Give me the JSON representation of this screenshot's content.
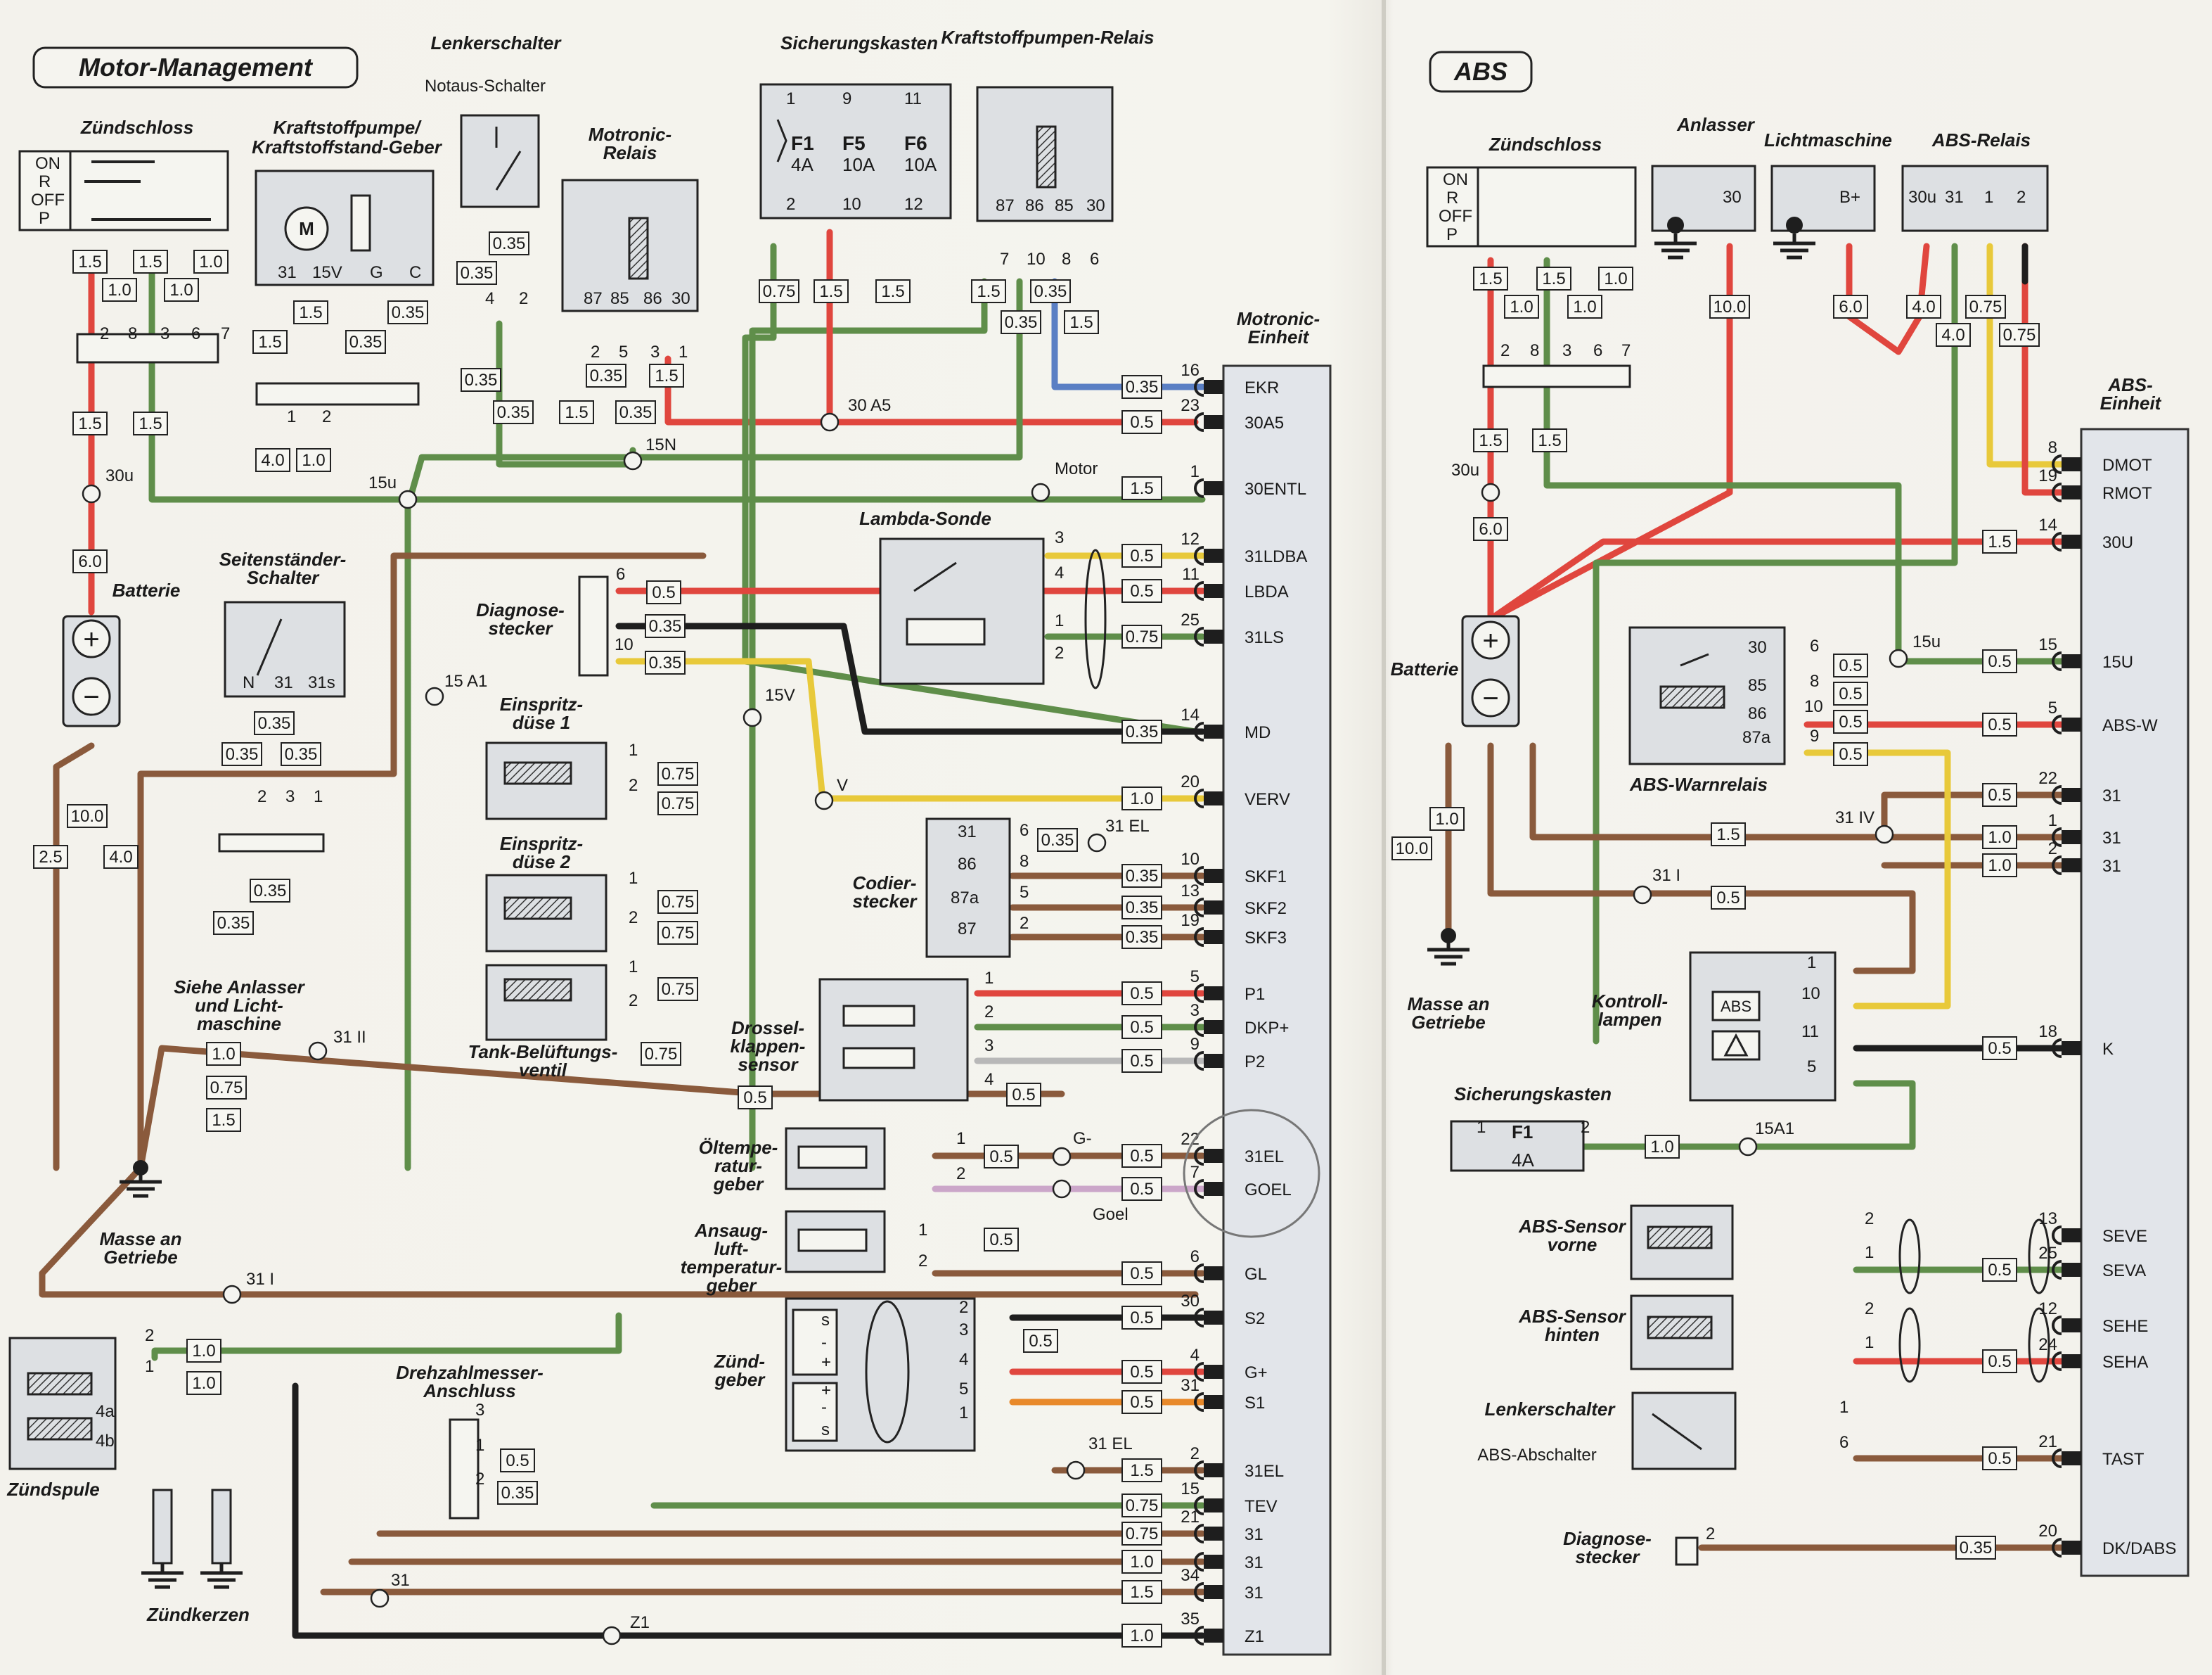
{
  "sections": {
    "motor": "Motor-Management",
    "abs": "ABS"
  },
  "components": {
    "zuendschloss": "Zündschloss",
    "lenkerschalter": "Lenkerschalter",
    "notaus": "Notaus-Schalter",
    "sicherungskasten": "Sicherungskasten",
    "kraftstoffpumpen_relais": "Kraftstoffpumpen-Relais",
    "kraftstoffpumpe_1": "Kraftstoffpumpe/",
    "kraftstoffpumpe_2": "Kraftstoffstand-Geber",
    "motronic_relais_1": "Motronic-",
    "motronic_relais_2": "Relais",
    "motronic_einheit_1": "Motronic-",
    "motronic_einheit_2": "Einheit",
    "lambda": "Lambda-Sonde",
    "batterie": "Batterie",
    "seitenstaender_1": "Seitenständer-",
    "seitenstaender_2": "Schalter",
    "diagnose_1": "Diagnose-",
    "diagnose_2": "stecker",
    "einspritz1_1": "Einspritz-",
    "einspritz1_2": "düse 1",
    "einspritz2_1": "Einspritz-",
    "einspritz2_2": "düse 2",
    "codier_1": "Codier-",
    "codier_2": "stecker",
    "tank_1": "Tank-Belüftungs-",
    "tank_2": "ventil",
    "drossel_1": "Drossel-",
    "drossel_2": "klappen-",
    "drossel_3": "sensor",
    "siehe_1": "Siehe Anlasser",
    "siehe_2": "und Licht-",
    "siehe_3": "maschine",
    "masse_getriebe_1": "Masse an",
    "masse_getriebe_2": "Getriebe",
    "oeltemp_1": "Öltempe-",
    "oeltemp_2": "ratur-",
    "oeltemp_3": "geber",
    "ansaug_1": "Ansaug-",
    "ansaug_2": "luft-",
    "ansaug_3": "temperatur-",
    "ansaug_4": "geber",
    "zuendgeber_1": "Zünd-",
    "zuendgeber_2": "geber",
    "drehzahl_1": "Drehzahlmesser-",
    "drehzahl_2": "Anschluss",
    "zuendspule": "Zündspule",
    "zuendkerzen": "Zündkerzen",
    "abs_zuendschloss": "Zündschloss",
    "anlasser": "Anlasser",
    "lichtmaschine": "Lichtmaschine",
    "abs_relais": "ABS-Relais",
    "abs_einheit_1": "ABS-",
    "abs_einheit_2": "Einheit",
    "abs_batterie": "Batterie",
    "abs_warnrelais": "ABS-Warnrelais",
    "abs_masse_1": "Masse an",
    "abs_masse_2": "Getriebe",
    "kontroll_1": "Kontroll-",
    "kontroll_2": "lampen",
    "abs_sicherungskasten": "Sicherungskasten",
    "sensor_vorne_1": "ABS-Sensor",
    "sensor_vorne_2": "vorne",
    "sensor_hinten_1": "ABS-Sensor",
    "sensor_hinten_2": "hinten",
    "abs_lenkerschalter": "Lenkerschalter",
    "abs_abschalter": "ABS-Abschalter",
    "abs_diagnose_1": "Diagnose-",
    "abs_diagnose_2": "stecker"
  },
  "ignition_positions": [
    "ON",
    "R",
    "OFF",
    "P"
  ],
  "fuses": {
    "f1": "F1",
    "f1_a": "4A",
    "f5": "F5",
    "f5_a": "10A",
    "f6": "F6",
    "f6_a": "10A",
    "abs_f1": "F1",
    "abs_f1_a": "4A"
  },
  "ecu_pins": [
    {
      "num": "16",
      "name": "EKR",
      "wire": "0.35"
    },
    {
      "num": "23",
      "name": "30A5",
      "wire": "0.5"
    },
    {
      "num": "1",
      "name": "30ENTL",
      "wire": "1.5"
    },
    {
      "num": "12",
      "name": "31LDBA",
      "wire": "0.5"
    },
    {
      "num": "11",
      "name": "LBDA",
      "wire": "0.5"
    },
    {
      "num": "25",
      "name": "31LS",
      "wire": "0.75"
    },
    {
      "num": "14",
      "name": "MD",
      "wire": "0.35"
    },
    {
      "num": "20",
      "name": "VERV",
      "wire": "1.0"
    },
    {
      "num": "10",
      "name": "SKF1",
      "wire": "0.35"
    },
    {
      "num": "13",
      "name": "SKF2",
      "wire": "0.35"
    },
    {
      "num": "19",
      "name": "SKF3",
      "wire": "0.35"
    },
    {
      "num": "5",
      "name": "P1",
      "wire": "0.5"
    },
    {
      "num": "3",
      "name": "DKP+",
      "wire": "0.5"
    },
    {
      "num": "9",
      "name": "P2",
      "wire": "0.5"
    },
    {
      "num": "22",
      "name": "31EL",
      "wire": "0.5"
    },
    {
      "num": "7",
      "name": "GOEL",
      "wire": "0.5"
    },
    {
      "num": "6",
      "name": "GL",
      "wire": "0.5"
    },
    {
      "num": "30",
      "name": "S2",
      "wire": "0.5"
    },
    {
      "num": "4",
      "name": "G+",
      "wire": "0.5"
    },
    {
      "num": "31",
      "name": "S1",
      "wire": "0.5"
    },
    {
      "num": "2",
      "name": "31EL",
      "wire": "1.5"
    },
    {
      "num": "15",
      "name": "TEV",
      "wire": "0.75"
    },
    {
      "num": "21",
      "name": "31",
      "wire": "0.75"
    },
    {
      "num": "",
      "name": "31",
      "wire": "1.0"
    },
    {
      "num": "34",
      "name": "31",
      "wire": "1.5"
    },
    {
      "num": "35",
      "name": "Z1",
      "wire": "1.0"
    }
  ],
  "abs_pins": [
    {
      "num": "8",
      "name": "DMOT"
    },
    {
      "num": "19",
      "name": "RMOT"
    },
    {
      "num": "14",
      "name": "30U",
      "wire": "1.5"
    },
    {
      "num": "15",
      "name": "15U",
      "wire": "0.5"
    },
    {
      "num": "5",
      "name": "ABS-W",
      "wire": "0.5"
    },
    {
      "num": "22",
      "name": "31",
      "wire": "0.5"
    },
    {
      "num": "1",
      "name": "31",
      "wire": "1.0"
    },
    {
      "num": "2",
      "name": "31",
      "wire": "1.0"
    },
    {
      "num": "18",
      "name": "K",
      "wire": "0.5"
    },
    {
      "num": "13",
      "name": "SEVE"
    },
    {
      "num": "25",
      "name": "SEVA",
      "wire": "0.5"
    },
    {
      "num": "12",
      "name": "SEHE"
    },
    {
      "num": "24",
      "name": "SEHA",
      "wire": "0.5"
    },
    {
      "num": "21",
      "name": "TAST",
      "wire": "0.5"
    },
    {
      "num": "20",
      "name": "DK/DABS",
      "wire": "0.35"
    }
  ],
  "nodes": {
    "n30u": "30u",
    "n15u": "15u",
    "n15n": "15N",
    "n30a5": "30 A5",
    "motor": "Motor",
    "n15a1": "15 A1",
    "n15v": "15V",
    "v": "V",
    "n31el": "31 EL",
    "n31ii": "31 II",
    "g_minus": "G-",
    "goel": "Goel",
    "n31i": "31 I",
    "n31": "31",
    "z1": "Z1",
    "n31el2": "31 EL",
    "abs_30u": "30u",
    "abs_15u": "15u",
    "abs_31iv": "31 IV",
    "abs_31i": "31 I",
    "abs_15a1": "15A1"
  },
  "colors": {
    "red": "#e0463e",
    "green": "#5f8e4a",
    "brown": "#8a5a3c",
    "yellow": "#e8c93a",
    "blue": "#5a7fc4",
    "black": "#1e1e1e",
    "white": "#f5f5f0",
    "violet": "#cba6c9",
    "orange": "#e8892a",
    "grey": "#b8b8b8"
  },
  "icons": [
    "ground-icon",
    "battery-icon",
    "motor-icon",
    "fuse-icon",
    "relay-coil-icon",
    "switch-icon",
    "lamp-icon",
    "warning-icon"
  ]
}
